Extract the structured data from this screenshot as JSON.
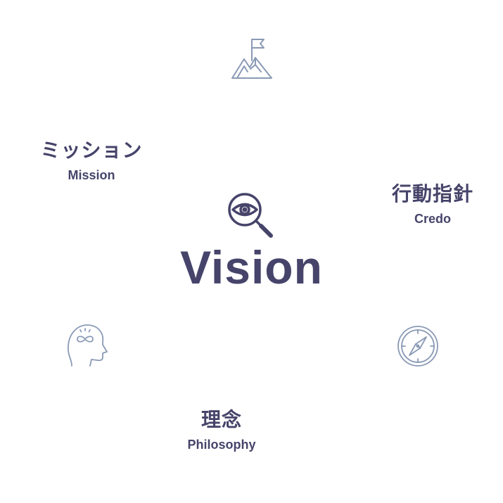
{
  "center": {
    "title": "Vision",
    "icon": "eye-magnifier-icon"
  },
  "nodes": {
    "mission": {
      "jp": "ミッション",
      "en": "Mission",
      "icon": "mountain-flag-icon"
    },
    "credo": {
      "jp": "行動指針",
      "en": "Credo",
      "icon": "compass-icon"
    },
    "philosophy": {
      "jp": "理念",
      "en": "Philosophy",
      "icon": "head-infinity-icon"
    }
  },
  "colors": {
    "text": "#46446a",
    "icon_light": "#8a9ab5",
    "icon_dark": "#46446a"
  }
}
